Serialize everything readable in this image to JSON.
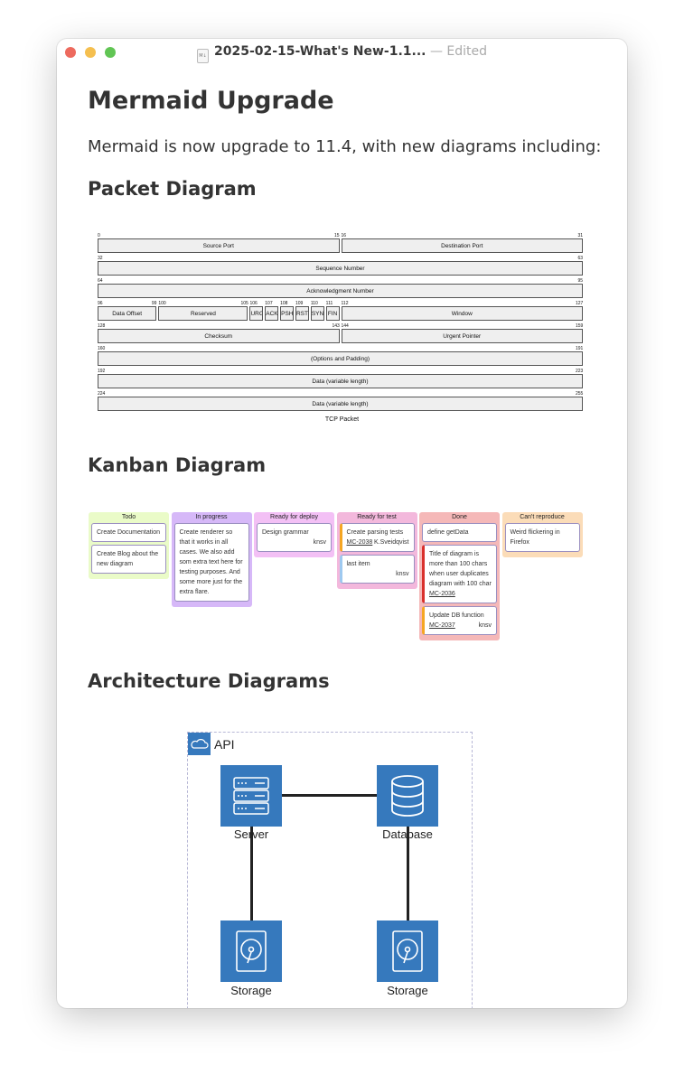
{
  "window": {
    "filename": "2025-02-15-What's New-1.1...",
    "separator": "—",
    "status": "Edited",
    "file_badge": "M↓",
    "controls": {
      "close": "#ed6a5e",
      "minimize": "#f5bf4f",
      "zoom": "#61c554"
    }
  },
  "doc": {
    "title": "Mermaid Upgrade",
    "intro": "Mermaid is now upgrade to 11.4, with new diagrams including:",
    "packet_heading": "Packet Diagram",
    "kanban_heading": "Kanban Diagram",
    "arch_heading": "Architecture Diagrams"
  },
  "packet": {
    "caption": "TCP Packet",
    "fields": [
      {
        "start": 0,
        "end": 15,
        "label": "Source Port"
      },
      {
        "start": 16,
        "end": 31,
        "label": "Destination Port"
      },
      {
        "start": 32,
        "end": 63,
        "label": "Sequence Number"
      },
      {
        "start": 64,
        "end": 95,
        "label": "Acknowledgment Number"
      },
      {
        "start": 96,
        "end": 99,
        "label": "Data Offset"
      },
      {
        "start": 100,
        "end": 105,
        "label": "Reserved"
      },
      {
        "start": 106,
        "end": 106,
        "label": "URG"
      },
      {
        "start": 107,
        "end": 107,
        "label": "ACK"
      },
      {
        "start": 108,
        "end": 108,
        "label": "PSH"
      },
      {
        "start": 109,
        "end": 109,
        "label": "RST"
      },
      {
        "start": 110,
        "end": 110,
        "label": "SYN"
      },
      {
        "start": 111,
        "end": 111,
        "label": "FIN"
      },
      {
        "start": 112,
        "end": 127,
        "label": "Window"
      },
      {
        "start": 128,
        "end": 143,
        "label": "Checksum"
      },
      {
        "start": 144,
        "end": 159,
        "label": "Urgent Pointer"
      },
      {
        "start": 160,
        "end": 191,
        "label": "(Options and Padding)"
      },
      {
        "start": 192,
        "end": 223,
        "label": "Data (variable length)"
      },
      {
        "start": 224,
        "end": 255,
        "label": "Data (variable length)"
      }
    ]
  },
  "kanban": {
    "columns": [
      {
        "title": "Todo",
        "color": "#eafbc8",
        "cards": [
          {
            "text": "Create Documentation"
          },
          {
            "text": "Create Blog about the new diagram"
          }
        ]
      },
      {
        "title": "In progress",
        "color": "#d6b8f8",
        "cards": [
          {
            "text": "Create renderer so that it works in all cases. We also add som extra text here for testing purposes. And some more just for the extra flare."
          }
        ]
      },
      {
        "title": "Ready for deploy",
        "color": "#f3c0f5",
        "cards": [
          {
            "text": "Design grammar",
            "assigned": "knsv"
          }
        ]
      },
      {
        "title": "Ready for test",
        "color": "#f3b8dc",
        "cards": [
          {
            "text": "Create parsing tests",
            "ticket": "MC-2038",
            "assigned": "K.Sveidqvist",
            "priority_color": "#f5a623"
          },
          {
            "text": "last item",
            "assigned": "knsv",
            "priority_color": "#9ec9f0"
          }
        ]
      },
      {
        "title": "Done",
        "color": "#f5b8b8",
        "cards": [
          {
            "text": "define getData"
          },
          {
            "text": "Title of diagram is more than 100 chars when user duplicates diagram with 100 char",
            "ticket": "MC-2036",
            "priority_color": "#d9302c"
          },
          {
            "text": "Update DB function",
            "ticket": "MC-2037",
            "assigned": "knsv",
            "priority_color": "#f5a623"
          }
        ]
      },
      {
        "title": "Can't reproduce",
        "color": "#fbdcb8",
        "cards": [
          {
            "text": "Weird flickering in Firefox"
          }
        ]
      }
    ]
  },
  "architecture": {
    "group": {
      "label": "API",
      "icon": "cloud-icon"
    },
    "nodes": [
      {
        "id": "server",
        "label": "Server",
        "icon": "server-icon"
      },
      {
        "id": "db",
        "label": "Database",
        "icon": "database-icon"
      },
      {
        "id": "disk1",
        "label": "Storage",
        "icon": "disk-icon"
      },
      {
        "id": "disk2",
        "label": "Storage",
        "icon": "disk-icon"
      }
    ],
    "edges": [
      [
        "server",
        "db"
      ],
      [
        "server",
        "disk1"
      ],
      [
        "db",
        "disk2"
      ]
    ],
    "node_color": "#3679bd"
  }
}
